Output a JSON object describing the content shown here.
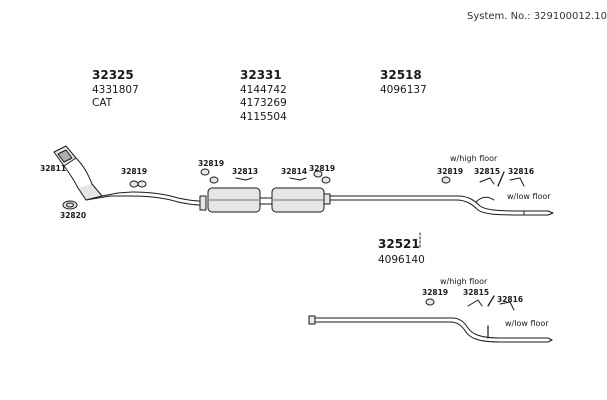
{
  "header": {
    "system_no": "System. No.: 329100012.10"
  },
  "groups": {
    "g32325": {
      "number": "32325",
      "ref": "4331807",
      "note": "CAT"
    },
    "g32331": {
      "number": "32331",
      "refs": [
        "4144742",
        "4173269",
        "4115504"
      ]
    },
    "g32518": {
      "number": "32518",
      "ref": "4096137"
    },
    "g32521": {
      "number": "32521",
      "ref": "4096140"
    }
  },
  "parts": {
    "p32811": "32811",
    "p32820": "32820",
    "p32819": "32819",
    "p32813": "32813",
    "p32814": "32814",
    "p32815": "32815",
    "p32816": "32816"
  },
  "notes": {
    "high_floor": "w/high floor",
    "low_floor": "w/low floor"
  },
  "colors": {
    "line": "#1a1a1a",
    "fill_light": "#e6e6e6",
    "fill_dark": "#b0b0b0"
  }
}
